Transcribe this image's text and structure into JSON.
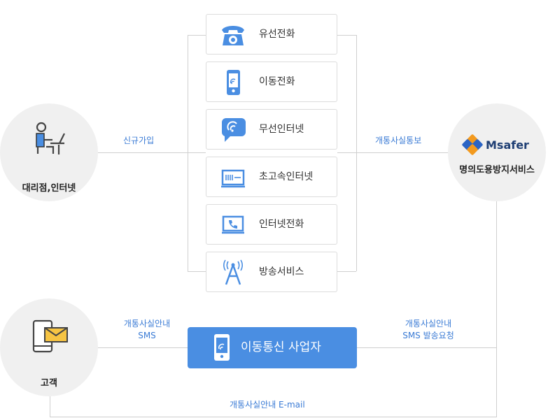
{
  "nodes": {
    "agency": {
      "label": "대리점,인터넷"
    },
    "msafer": {
      "logo_text": "Msafer",
      "label": "명의도용방지서비스"
    },
    "customer": {
      "label": "고객"
    }
  },
  "services": [
    {
      "label": "유선전화",
      "icon": "rotary-phone-icon"
    },
    {
      "label": "이동전화",
      "icon": "mobile-phone-icon"
    },
    {
      "label": "무선인터넷",
      "icon": "wifi-bubble-icon"
    },
    {
      "label": "초고속인터넷",
      "icon": "broadband-icon"
    },
    {
      "label": "인터넷전화",
      "icon": "internet-phone-icon"
    },
    {
      "label": "방송서비스",
      "icon": "broadcast-tower-icon"
    }
  ],
  "connectors": {
    "signup": "신규가입",
    "notify": "개통사실통보",
    "sms_left_1": "개통사실안내",
    "sms_left_2": "SMS",
    "sms_right_1": "개통사실안내",
    "sms_right_2": "SMS 발송요청",
    "email": "개통사실안내 E-mail"
  },
  "carrier": {
    "label": "이동통신 사업자"
  },
  "colors": {
    "accent": "#4a8ee2",
    "link_text": "#3a7bd5",
    "line": "#cfcfcf"
  }
}
